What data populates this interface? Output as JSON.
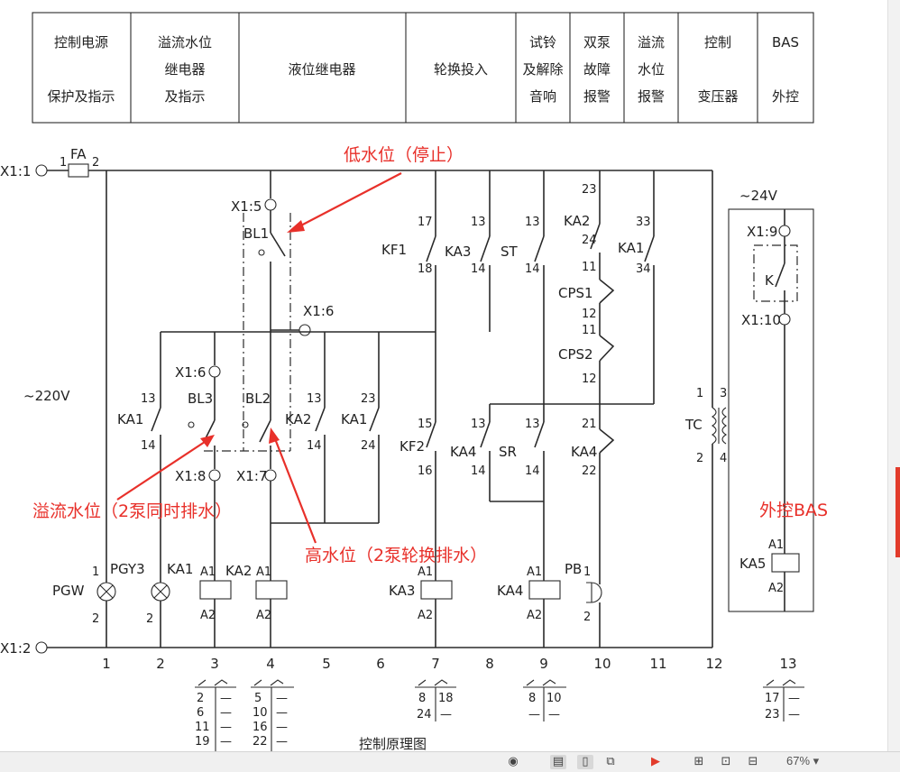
{
  "header": {
    "col1": [
      "控制电源",
      "保护及指示"
    ],
    "col2": [
      "溢流水位",
      "继电器",
      "及指示"
    ],
    "col3": "液位继电器",
    "col4": "轮换投入",
    "col5": [
      "试铃",
      "及解除",
      "音响"
    ],
    "col6": [
      "双泵",
      "故障",
      "报警"
    ],
    "col7": [
      "溢流",
      "水位",
      "报警"
    ],
    "col8": [
      "控制",
      "变压器"
    ],
    "col9": [
      "BAS",
      "外控"
    ]
  },
  "terminals": {
    "x1_1": "X1:1",
    "x1_2": "X1:2",
    "x1_5": "X1:5",
    "x1_6a": "X1:6",
    "x1_6b": "X1:6",
    "x1_7": "X1:7",
    "x1_8": "X1:8",
    "x1_9": "X1:9",
    "x1_10": "X1:10",
    "fa": "FA",
    "fa_1": "1",
    "fa_2": "2"
  },
  "voltages": {
    "v220": "~220V",
    "v24": "~24V"
  },
  "components": {
    "bl1": "BL1",
    "bl2": "BL2",
    "bl3": "BL3",
    "ka1a": "KA1",
    "ka1b": "KA1",
    "ka1c": "KA1",
    "ka1d": "KA1",
    "ka2a": "KA2",
    "ka2b": "KA2",
    "ka2c": "KA2",
    "ka3a": "KA3",
    "ka3b": "KA3",
    "ka4a": "KA4",
    "ka4b": "KA4",
    "ka4c": "KA4",
    "ka5": "KA5",
    "kf1": "KF1",
    "kf2": "KF2",
    "st": "ST",
    "sr": "SR",
    "cps1": "CPS1",
    "cps2": "CPS2",
    "tc": "TC",
    "pgw": "PGW",
    "pgy3": "PGY3",
    "pb": "PB",
    "k": "K"
  },
  "pins": {
    "p13": "13",
    "p14": "14",
    "p17": "17",
    "p18": "18",
    "p23": "23",
    "p24": "24",
    "p33": "33",
    "p34": "34",
    "p11": "11",
    "p12": "12",
    "p15": "15",
    "p16": "16",
    "p21": "21",
    "p22": "22",
    "pA1": "A1",
    "pA2": "A2",
    "p1": "1",
    "p2": "2",
    "p3": "3",
    "p4": "4"
  },
  "columns": [
    "1",
    "2",
    "3",
    "4",
    "5",
    "6",
    "7",
    "8",
    "9",
    "10",
    "11",
    "12",
    "13"
  ],
  "xref": {
    "c3": [
      [
        "2",
        "—"
      ],
      [
        "6",
        "—"
      ],
      [
        "11",
        "—"
      ],
      [
        "19",
        "—"
      ]
    ],
    "c4": [
      [
        "5",
        "—"
      ],
      [
        "10",
        "—"
      ],
      [
        "16",
        "—"
      ],
      [
        "22",
        "—"
      ]
    ],
    "c7": [
      [
        "8",
        "18"
      ],
      [
        "24",
        "—"
      ]
    ],
    "c9": [
      [
        "8",
        "10"
      ],
      [
        "—",
        "—"
      ]
    ],
    "c13": [
      [
        "17",
        "—"
      ],
      [
        "23",
        "—"
      ]
    ]
  },
  "annotations": {
    "low": "低水位（停止）",
    "overflow": "溢流水位（2泵同时排水）",
    "high": "高水位（2泵轮换排水）",
    "bas": "外控BAS"
  },
  "caption": "控制原理图",
  "statusbar": {
    "zoom": "67%"
  },
  "colors": {
    "annotation": "#e8302a",
    "line": "#2a2a2a"
  }
}
